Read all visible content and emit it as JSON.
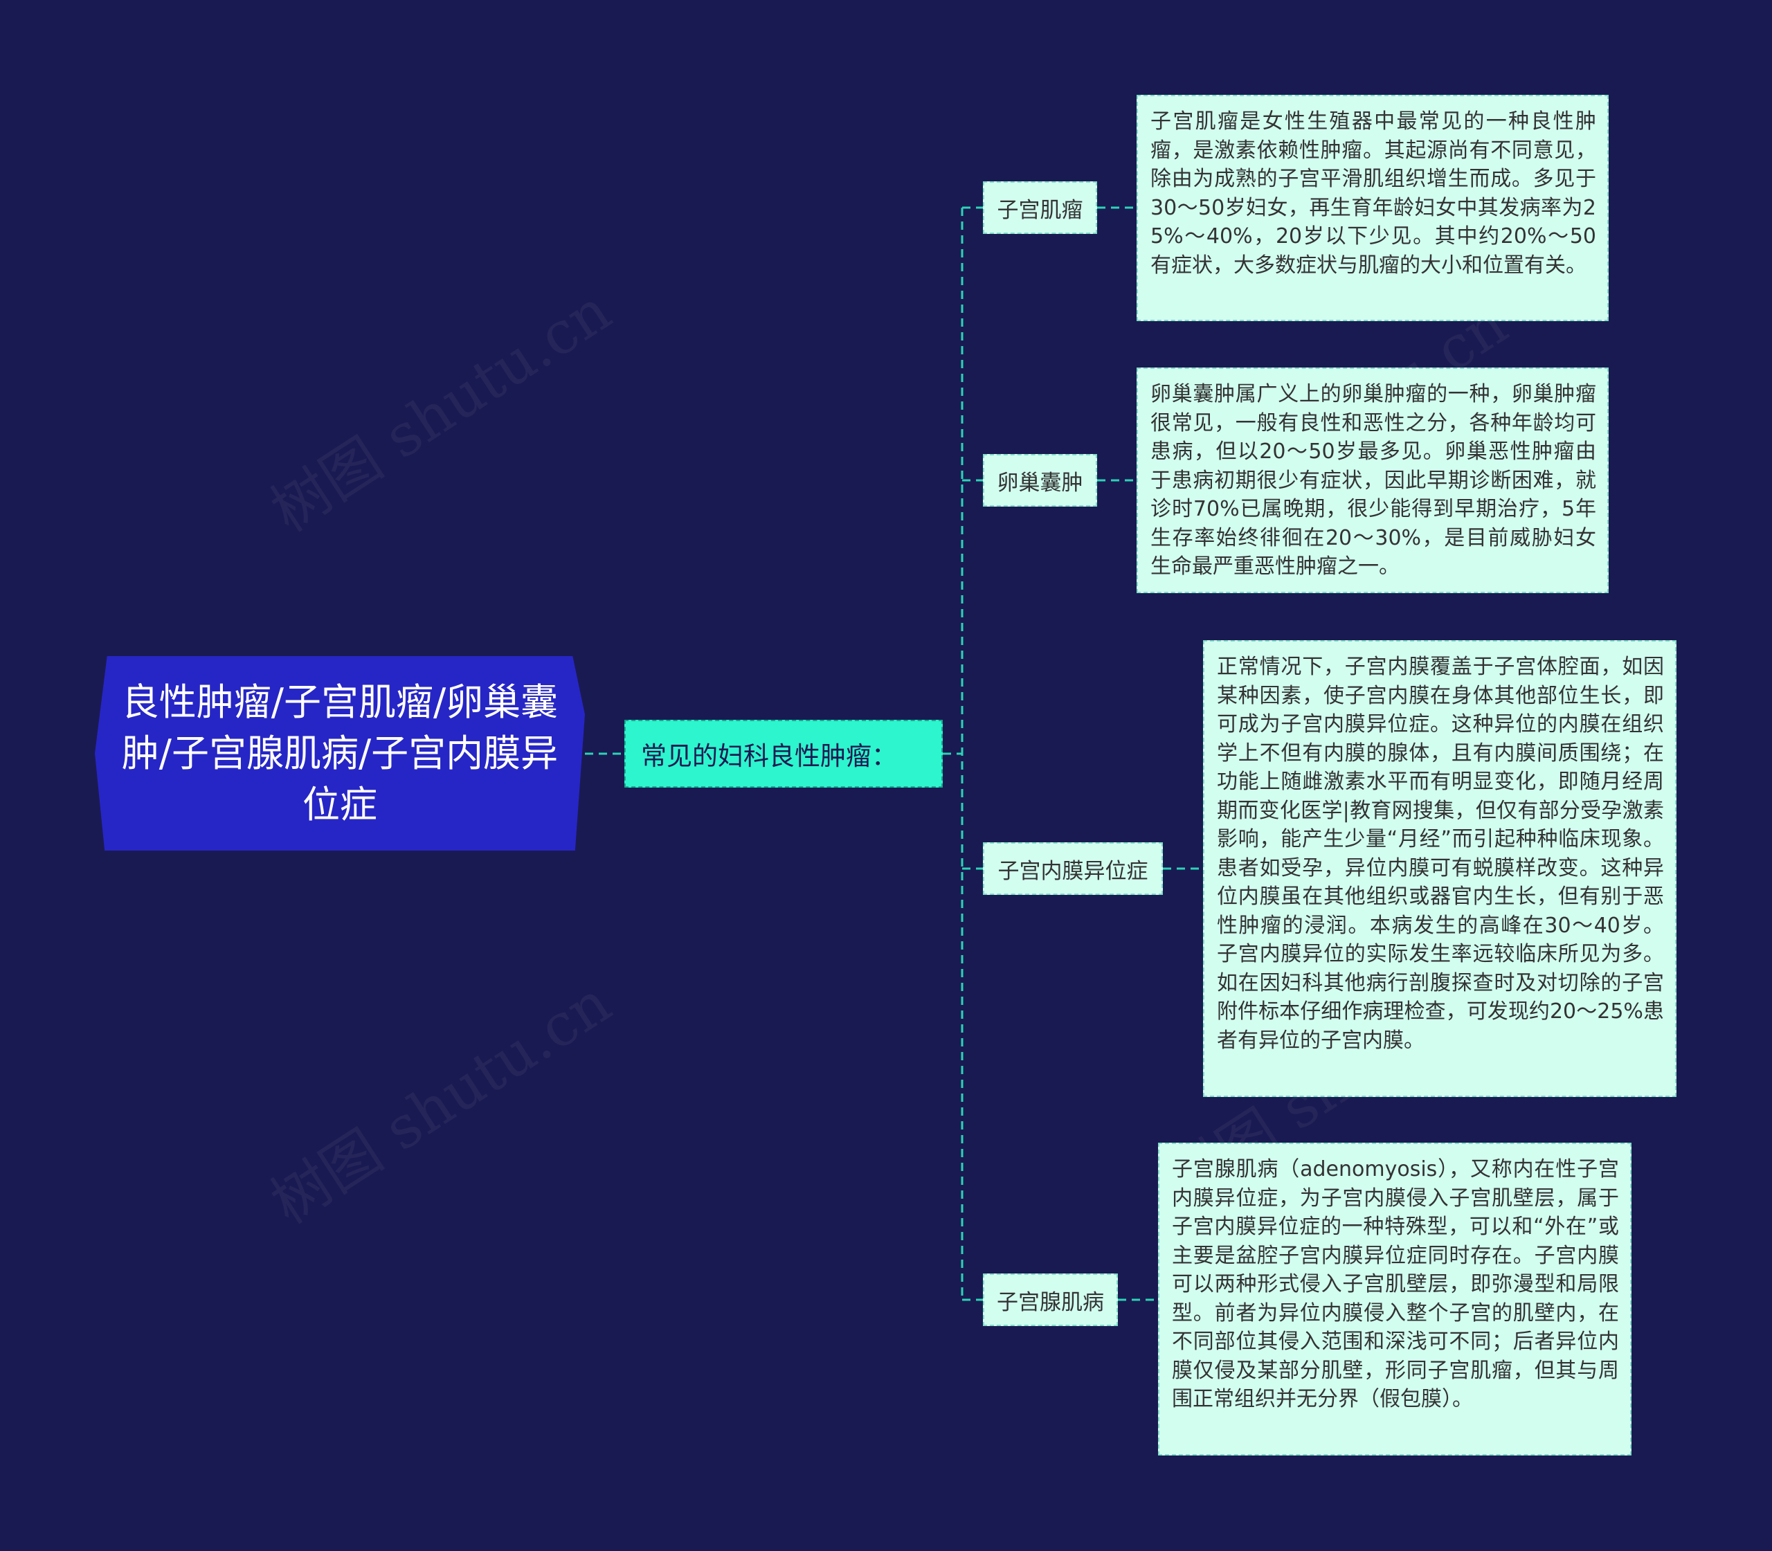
{
  "root": {
    "label": "良性肿瘤/子宫肌瘤/卵巢囊肿/子宫腺肌病/子宫内膜异位症"
  },
  "category": {
    "label": "常见的妇科良性肿瘤："
  },
  "branches": [
    {
      "label": "子宫肌瘤",
      "description": "子宫肌瘤是女性生殖器中最常见的一种良性肿瘤，是激素依赖性肿瘤。其起源尚有不同意见，除由为成熟的子宫平滑肌组织增生而成。多见于30～50岁妇女，再生育年龄妇女中其发病率为25%～40%，20岁以下少见。其中约20%～50有症状，大多数症状与肌瘤的大小和位置有关。"
    },
    {
      "label": "卵巢囊肿",
      "description": "卵巢囊肿属广义上的卵巢肿瘤的一种，卵巢肿瘤很常见，一般有良性和恶性之分，各种年龄均可患病，但以20～50岁最多见。卵巢恶性肿瘤由于患病初期很少有症状，因此早期诊断困难，就诊时70%已属晚期，很少能得到早期治疗，5年生存率始终徘徊在20～30%，是目前威胁妇女生命最严重恶性肿瘤之一。"
    },
    {
      "label": "子宫内膜异位症",
      "description": "正常情况下，子宫内膜覆盖于子宫体腔面，如因某种因素，使子宫内膜在身体其他部位生长，即可成为子宫内膜异位症。这种异位的内膜在组织学上不但有内膜的腺体，且有内膜间质围绕；在功能上随雌激素水平而有明显变化，即随月经周期而变化医学|教育网搜集，但仅有部分受孕激素影响，能产生少量“月经”而引起种种临床现象。患者如受孕，异位内膜可有蜕膜样改变。这种异位内膜虽在其他组织或器官内生长，但有别于恶性肿瘤的浸润。本病发生的高峰在30～40岁。子宫内膜异位的实际发生率远较临床所见为多。如在因妇科其他病行剖腹探查时及对切除的子宫附件标本仔细作病理检查，可发现约20～25%患者有异位的子宫内膜。"
    },
    {
      "label": "子宫腺肌病",
      "description": "子宫腺肌病（adenomyosis），又称内在性子宫内膜异位症，为子宫内膜侵入子宫肌壁层，属于子宫内膜异位症的一种特殊型，可以和“外在”或主要是盆腔子宫内膜异位症同时存在。子宫内膜可以两种形式侵入子宫肌壁层，即弥漫型和局限型。前者为异位内膜侵入整个子宫的肌壁内，在不同部位其侵入范围和深浅可不同；后者异位内膜仅侵及某部分肌壁，形同子宫肌瘤，但其与周围正常组织并无分界（假包膜）。"
    }
  ],
  "watermark": "树图 shutu.cn",
  "colors": {
    "background": "#1a1a52",
    "root_fill": "#2626c6",
    "category_fill": "#2df5cd",
    "leaf_fill": "#d2fef0",
    "connector": "#2ad4b6"
  }
}
